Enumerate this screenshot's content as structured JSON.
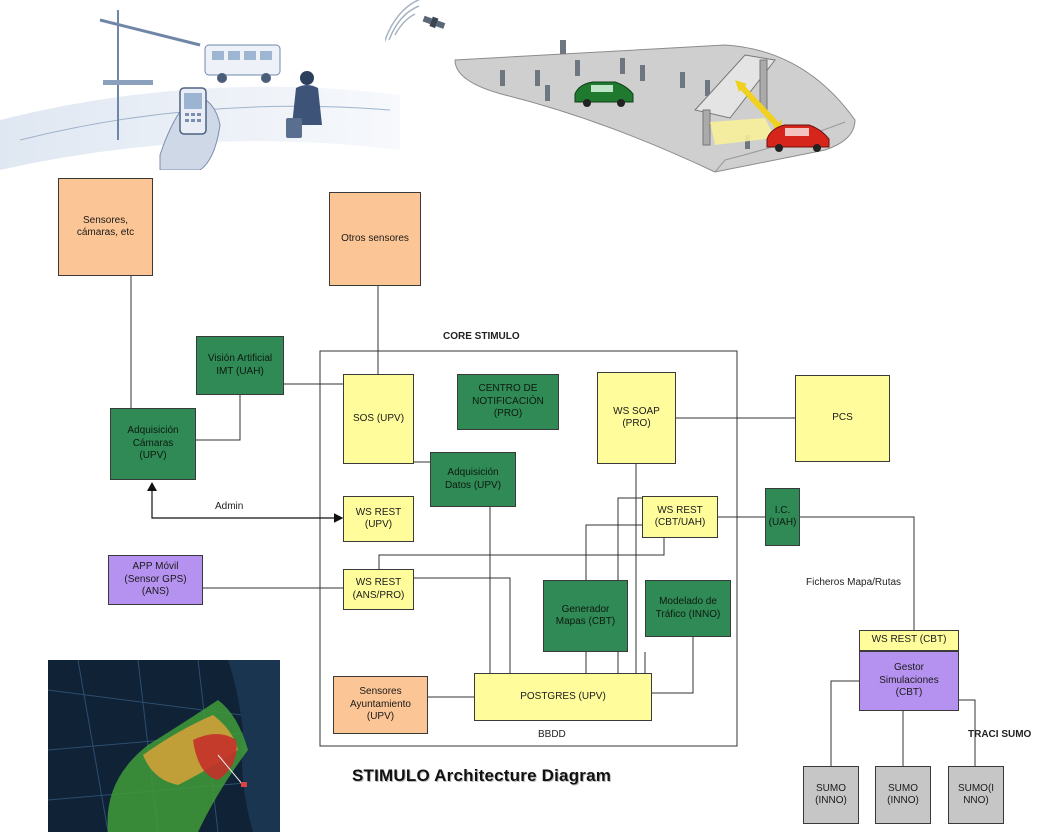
{
  "title": "STIMULO Architecture Diagram",
  "core_label": "CORE STIMULO",
  "bbdd_label": "BBDD",
  "admin_label": "Admin",
  "ficheros_label": "Ficheros Mapa/Rutas",
  "traci_label": "TRACI SUMO",
  "colors": {
    "orange": "#fbc595",
    "yellow": "#fffc9c",
    "green": "#2f8a55",
    "purple": "#b692f0"
  },
  "nodes": {
    "sensores_camaras": "Sensores,\ncámaras, etc",
    "otros_sensores": "Otros sensores",
    "vision_artificial": "Visión Artificial\nIMT (UAH)",
    "adquisicion_camaras": "Adquisición\nCámaras\n(UPV)",
    "sos": "SOS (UPV)",
    "centro_notificacion": "CENTRO DE\nNOTIFICACIÓN\n(PRO)",
    "ws_soap": "WS SOAP\n(PRO)",
    "pcs": "PCS",
    "adquisicion_datos": "Adquisición\nDatos (UPV)",
    "ws_rest_upv": "WS REST\n(UPV)",
    "ws_rest_cbt_uah": "WS REST\n(CBT/UAH)",
    "ic_uah": "I.C.\n(UAH)",
    "app_movil": "APP Móvil\n(Sensor GPS)\n(ANS)",
    "ws_rest_ans_pro": "WS REST\n(ANS/PRO)",
    "generador_mapas": "Generador\nMapas (CBT)",
    "modelado_trafico": "Modelado de\nTráfico (INNO)",
    "ws_rest_cbt": "WS REST (CBT)",
    "gestor_simulaciones": "Gestor\nSimulaciones\n(CBT)",
    "sensores_ayuntamiento": "Sensores\nAyuntamiento\n(UPV)",
    "postgres": "POSTGRES (UPV)",
    "sumo_1": "SUMO\n(INNO)",
    "sumo_2": "SUMO\n(INNO)",
    "sumo_3": "SUMO(I\nNNO)"
  }
}
